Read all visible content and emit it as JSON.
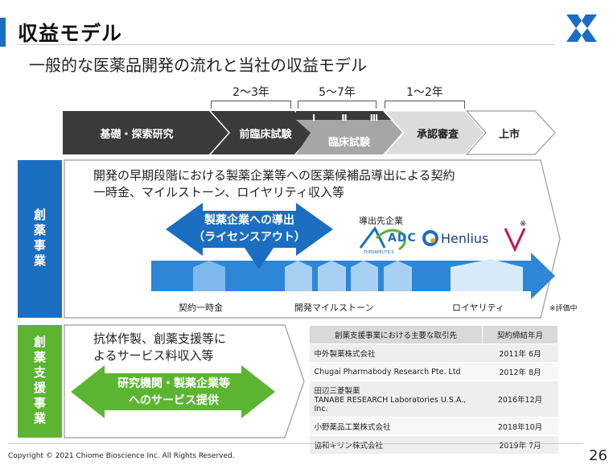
{
  "header": {
    "title": "収益モデル",
    "subtitle": "一般的な医薬品開発の流れと当社の収益モデル"
  },
  "timeline": {
    "durations": [
      "2～3年",
      "5～7年",
      "1～2年"
    ],
    "stages": [
      "基礎・探索研究",
      "前臨床試験",
      "臨床試験",
      "承認審査",
      "上市"
    ],
    "phases": [
      "Ⅰ",
      "Ⅱ",
      "Ⅲ"
    ]
  },
  "drug_discovery": {
    "label": "創薬事業",
    "description_line1": "開発の早期段階における製薬企業等への医薬候補品導出による契約",
    "description_line2": "一時金、マイルストーン、ロイヤリティ収入等",
    "arrow_line1": "製薬企業への導出",
    "arrow_line2": "（ライセンスアウト）",
    "partners_heading": "導出先企業",
    "partners": [
      "ADC",
      "THERAPEUTICS",
      "Henlius",
      "※"
    ],
    "revenue_labels": [
      "契約一時金",
      "開発マイルストーン",
      "ロイヤリティ"
    ],
    "note": "※評価中"
  },
  "support": {
    "label": "創薬支援事業",
    "description_line1": "抗体作製、創薬支援等に",
    "description_line2": "よるサービス料収入等",
    "arrow_line1": "研究機関・製薬企業等",
    "arrow_line2": "へのサービス提供",
    "table": {
      "headers": [
        "創薬支援事業における主要な取引先",
        "契約締結年月"
      ],
      "rows": [
        {
          "name": "中外製薬株式会社",
          "date": "2011年 6月"
        },
        {
          "name": "Chugai Pharmabody Research Pte. Ltd",
          "date": "2012年 8月"
        },
        {
          "name": "田辺三菱製薬",
          "name2": "TANABE RESEARCH Laboratories U.S.A., Inc.",
          "date": "2016年12月"
        },
        {
          "name": "小野薬品工業株式会社",
          "date": "2018年10月"
        },
        {
          "name": "協和キリン株式会社",
          "date": "2019年 7月"
        }
      ]
    }
  },
  "footer": {
    "copyright": "Copyright © 2021 Chiome Bioscience Inc. All Rights Reserved.",
    "page_number": "26"
  },
  "colors": {
    "primary_blue": "#1b6ec2",
    "arrow_blue": "#2e86d6",
    "green": "#5cb531",
    "dark_stage": "#3a3a3a",
    "light_stage": "#dcdcdc"
  }
}
